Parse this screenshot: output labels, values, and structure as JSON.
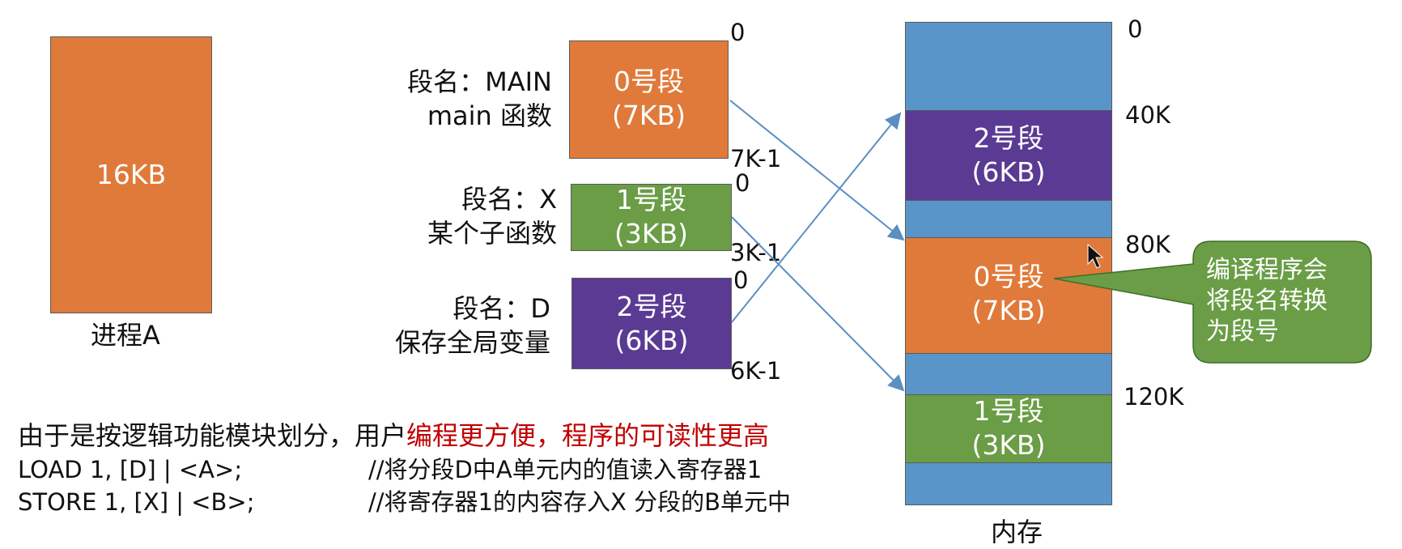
{
  "colors": {
    "orange": "#E07A3A",
    "green": "#6A9D46",
    "purple": "#5B3A93",
    "blue": "#5A95C9",
    "arrow": "#5B8EC1",
    "highlight": "#C00000"
  },
  "process": {
    "size_label": "16KB",
    "caption": "进程A"
  },
  "segments": [
    {
      "label": "0号段",
      "size": "(7KB)",
      "name_line1": "段名：MAIN",
      "name_line2": "main 函数",
      "start": "0",
      "end": "7K-1"
    },
    {
      "label": "1号段",
      "size": "(3KB)",
      "name_line1": "段名：X",
      "name_line2": "某个子函数",
      "start": "0",
      "end": "3K-1"
    },
    {
      "label": "2号段",
      "size": "(6KB)",
      "name_line1": "段名：D",
      "name_line2": "保存全局变量",
      "start": "0",
      "end": "6K-1"
    }
  ],
  "memory": {
    "caption": "内存",
    "addresses": [
      "0",
      "40K",
      "80K",
      "120K"
    ],
    "blocks": [
      {
        "label": "2号段",
        "size": "(6KB)"
      },
      {
        "label": "0号段",
        "size": "(7KB)"
      },
      {
        "label": "1号段",
        "size": "(3KB)"
      }
    ]
  },
  "callout": {
    "line1": "编译程序会",
    "line2": "将段名转换",
    "line3": "为段号"
  },
  "notes": {
    "line1_plain": "由于是按逻辑功能模块划分，用户",
    "line1_red": "编程更方便，程序的可读性更高",
    "code1": "LOAD 1, [D] | <A>;",
    "comment1": "//将分段D中A单元内的值读入寄存器1",
    "code2": "STORE 1, [X] | <B>;",
    "comment2": "//将寄存器1的内容存入X 分段的B单元中"
  }
}
